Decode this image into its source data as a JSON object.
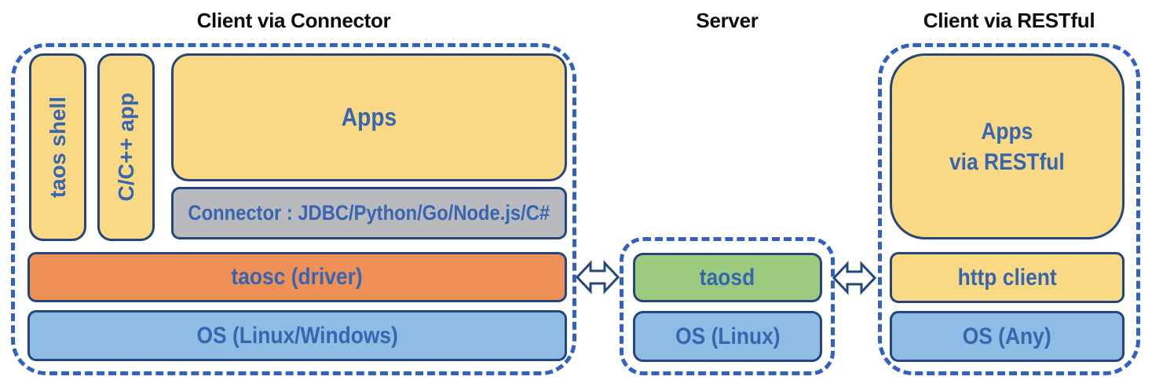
{
  "client_connector": {
    "title": "Client via Connector",
    "taos_shell": "taos shell",
    "cpp_app": "C/C++ app",
    "apps": "Apps",
    "connector": "Connector : JDBC/Python/Go/Node.js/C#",
    "taosc": "taosc (driver)",
    "os": "OS (Linux/Windows)"
  },
  "server": {
    "title": "Server",
    "taosd": "taosd",
    "os": "OS (Linux)"
  },
  "client_restful": {
    "title": "Client via RESTful",
    "apps": "Apps\nvia RESTful",
    "http_client": "http client",
    "os": "OS (Any)"
  },
  "icons": {
    "left_arrow": "bidirectional-horizontal-arrow",
    "right_arrow": "bidirectional-horizontal-arrow"
  },
  "colors": {
    "dashed_border": "#3161c1",
    "box_border": "#24467c",
    "label_text": "#3765b0",
    "title_text": "#0d0d0d",
    "yellow_box": "#fad985",
    "gray_box": "#b9babd",
    "orange_box": "#f09059",
    "blue_box": "#8fbce5",
    "green_box": "#9cca7e",
    "arrow_fill": "#ffffff"
  }
}
